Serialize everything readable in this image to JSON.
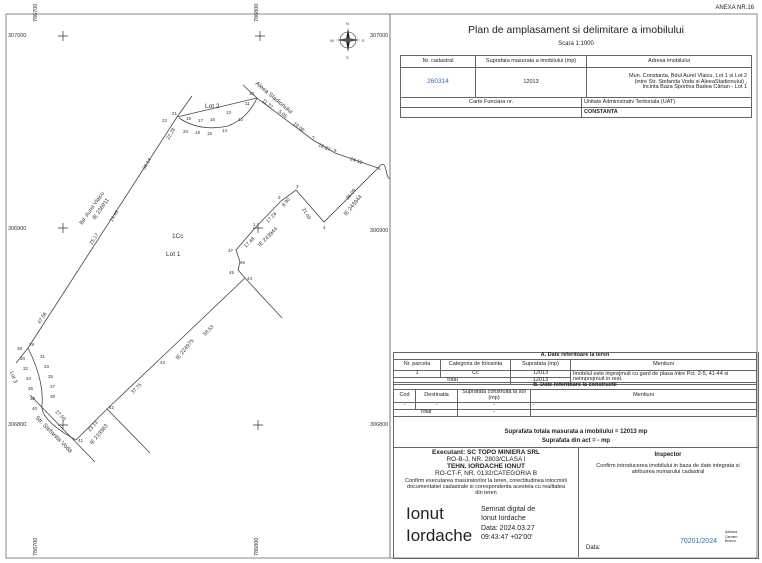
{
  "header": {
    "annex": "ANEXA NR.16",
    "title": "Plan de amplasament si delimitare a imobilului",
    "scale": "Scara 1:1000"
  },
  "property_table": {
    "headers": [
      "Nr. cadastral",
      "Suprafata masurata a imobilului (mp)",
      "Adresa imobilului"
    ],
    "cadastral_number": "260314",
    "area": "12013",
    "address_lines": [
      "Mun. Constanta, Bdul Aurel Vlaicu, Lot 1 si Lot 2",
      "(intre Str. Stefanita Voda si AleeaStadionului) ,",
      "Incinta Baza Sportiva Badea Cârtan - Lot 1"
    ],
    "carte_funciara_label": "Carte Funciara nr.",
    "carte_funciara_value": "",
    "uat_label": "Unitate Administrativ Teritoriala (UAT)",
    "uat_value": "CONSTANTA"
  },
  "land_data": {
    "title": "A. Date referitoare la teren",
    "headers": [
      "Nr. parcela",
      "Categoria de folosinta",
      "Suprafata (mp)",
      "Mentiuni"
    ],
    "rows": [
      {
        "nr": "1",
        "category": "Cc",
        "area": "12013"
      }
    ],
    "total_label": "Total",
    "total_area": "12013",
    "mentions": "Imobilul este imprejmuit cu gard de plasa intre Pct. 2-5, 41-44 si neimprejmuit in rest."
  },
  "construction_data": {
    "title": "B. Date referitoare la constructii",
    "headers": [
      "Cod",
      "Destinatia",
      "Suprafata construita la sol (mp)",
      "Mentiuni"
    ],
    "row": [
      "-",
      "-",
      "-",
      "-"
    ],
    "total_label": "Total",
    "total_value": "-"
  },
  "summary": {
    "total_area": "Suprafata totala masurata a imobilului = 12013 mp",
    "act_area": "Suprafata din act = - mp"
  },
  "executant": {
    "lines": [
      "Executant: SC TOPO MINIERA SRL",
      "RO-B-J, NR. 2803/CLASA I",
      "TEHN. IORDACHE IONUT",
      "RO-CT-F, NR. 0132/CATEGORIA B"
    ],
    "confirm": "Confirm executarea masuratorilor la teren, corectitudinea intocmirii documentatiei cadastrale si corespondenta acesteia cu realitatea din teren",
    "signature_name": [
      "Ionut",
      "Iordache"
    ],
    "signature_text": [
      "Semnat digital de",
      "Ionut Iordache",
      "Data: 2024.03.27",
      "09:43:47 +02'00'"
    ]
  },
  "inspector": {
    "title": "Inspector",
    "confirm": "Confirm introducerea imobilului in baza de date integrata si atribuirea numarului cadastral",
    "date_label": "Data:",
    "stamp_number": "70201/2024",
    "stamp_fields": [
      "Adriana",
      "Carmen",
      "Bulecu"
    ]
  },
  "map": {
    "grid_labels": [
      "307000",
      "306900",
      "306800",
      "786700",
      "786800"
    ],
    "lot_labels": [
      "Lot 2",
      "1Cc",
      "Lot 1",
      "Lot 3"
    ],
    "street_labels": [
      "Aleea Stadionului",
      "Bd. Aurel Vlaicu",
      "IE 236911",
      "Str. Stefanita Voda"
    ],
    "ie_labels": [
      "IE 243944",
      "IE 243944",
      "IE 224975",
      "IE 219363"
    ],
    "point_labels": [
      "1",
      "2",
      "3",
      "4",
      "5",
      "6",
      "7",
      "10",
      "11",
      "12",
      "13",
      "14",
      "15",
      "16",
      "17",
      "18",
      "19",
      "20",
      "21",
      "22",
      "28",
      "29",
      "30",
      "31",
      "32",
      "33",
      "34",
      "35",
      "36",
      "37",
      "38",
      "39",
      "40",
      "41",
      "42",
      "43",
      "44",
      "45",
      "46",
      "47"
    ],
    "distance_labels": [
      "11.37",
      "5.05",
      "19.08",
      "12.87",
      "24.18",
      "35.09",
      "21.49",
      "8.90",
      "17.24",
      "17.48",
      "36.14",
      "22.28",
      "25.17",
      "47.66",
      "58.53",
      "37.75",
      "23.13",
      "27.50",
      "14.43"
    ],
    "compass_letters": [
      "N",
      "S",
      "E",
      "W"
    ]
  }
}
